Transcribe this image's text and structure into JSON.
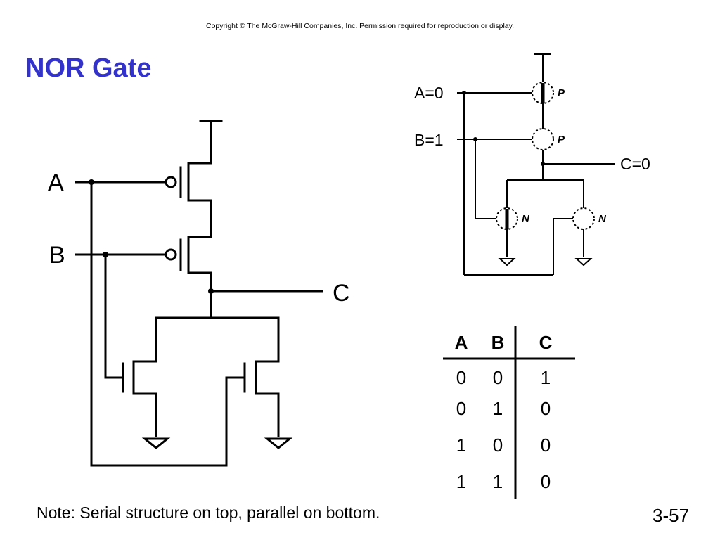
{
  "header": {
    "copyright": "Copyright © The McGraw-Hill Companies, Inc. Permission required for reproduction or display.",
    "title": "NOR Gate"
  },
  "left_schematic": {
    "input_a": "A",
    "input_b": "B",
    "output_c": "C"
  },
  "right_schematic": {
    "input_a": "A=0",
    "input_b": "B=1",
    "output_c": "C=0",
    "transistors": [
      "P",
      "P",
      "N",
      "N"
    ]
  },
  "truth_table": {
    "headers": [
      "A",
      "B",
      "C"
    ],
    "rows": [
      [
        "0",
        "0",
        "1"
      ],
      [
        "0",
        "1",
        "0"
      ],
      [
        "1",
        "0",
        "0"
      ],
      [
        "1",
        "1",
        "0"
      ]
    ]
  },
  "footer": {
    "note": "Note: Serial structure on top, parallel on bottom.",
    "slide_number": "3-57"
  }
}
